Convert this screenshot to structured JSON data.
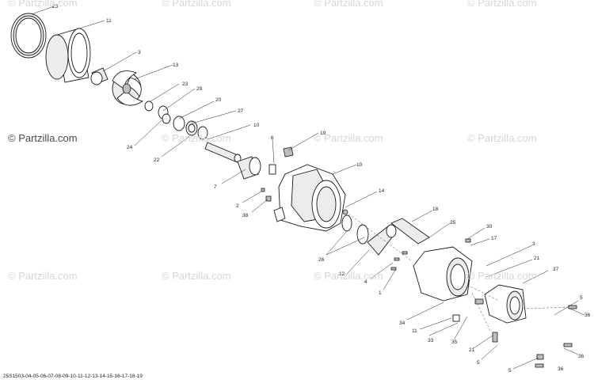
{
  "watermarks": {
    "text": "© Partzilla.com",
    "prominent": "© Partzilla.com"
  },
  "diagram_code": "25S1503-04-05-06-07-08-09-10-11-12-13-14-15-16-17-18-19",
  "callouts": {
    "c23a": "23",
    "c11": "11",
    "c3a": "3",
    "c13": "13",
    "c23b": "23",
    "c29": "29",
    "c20": "20",
    "c27": "27",
    "c10a": "10",
    "c24": "24",
    "c22": "22",
    "c19": "19",
    "c6": "6",
    "c10b": "10",
    "c7": "7",
    "c14": "14",
    "c2": "2",
    "c38": "38",
    "c18": "18",
    "c25": "25",
    "c30": "30",
    "c17": "17",
    "c3b": "3",
    "c26": "26",
    "c12": "12",
    "c4": "4",
    "c21a": "21",
    "c37": "37",
    "c1": "1",
    "c5a": "5",
    "c36a": "36",
    "c36b": "36",
    "c34": "34",
    "c11b": "11",
    "c33": "33",
    "c35": "35",
    "c21b": "21",
    "c5b": "5",
    "c5c": "5",
    "c36c": "36"
  }
}
